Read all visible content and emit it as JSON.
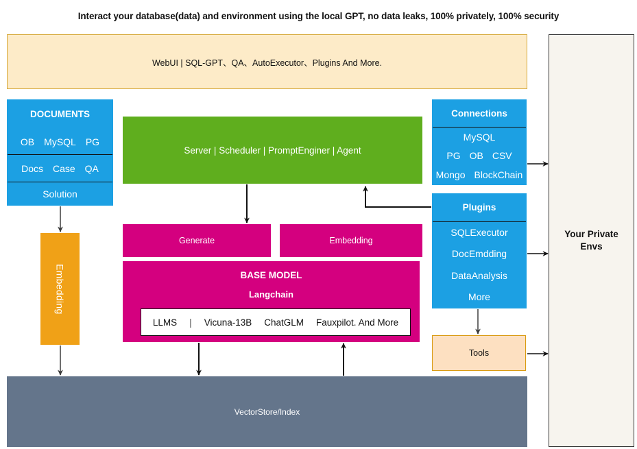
{
  "title": "Interact your database(data) and environment using the local GPT, no data leaks, 100% privately, 100% security",
  "webui": {
    "label": "WebUI | SQL-GPT、QA、AutoExecutor、Plugins And More."
  },
  "private_envs": {
    "line1": "Your Private",
    "line2": "Envs"
  },
  "documents": {
    "header": "DOCUMENTS",
    "row1": [
      "OB",
      "MySQL",
      "PG"
    ],
    "row2": [
      "Docs",
      "Case",
      "QA"
    ],
    "row3": [
      "Solution"
    ]
  },
  "connections": {
    "header": "Connections",
    "row1": [
      "MySQL"
    ],
    "row2": [
      "PG",
      "OB",
      "CSV"
    ],
    "row3": [
      "Mongo",
      "BlockChain"
    ]
  },
  "plugins": {
    "header": "Plugins",
    "items": [
      "SQLExecutor",
      "DocEmdding",
      "DataAnalysis",
      "More"
    ]
  },
  "server": {
    "label": "Server | Scheduler  | PromptEnginer  |  Agent"
  },
  "generate": {
    "label": "Generate"
  },
  "embedding_top": {
    "label": "Embedding"
  },
  "base_model": {
    "title": "BASE MODEL",
    "subtitle": "Langchain",
    "llms_label": "LLMS",
    "llms_separator": "|",
    "llms_items": [
      "Vicuna-13B",
      "ChatGLM",
      "Fauxpilot. And More"
    ]
  },
  "embedding_vertical": {
    "label": "Embedding"
  },
  "tools": {
    "label": "Tools"
  },
  "vectorstore": {
    "label": "VectorStore/Index"
  },
  "colors": {
    "blue": "#1ca0e3",
    "green": "#5fae1e",
    "magenta": "#d4007f",
    "orange": "#f0a117",
    "slate": "#64758b",
    "cream": "#fdebc8",
    "peach": "#fde0c1",
    "panel": "#f7f4ee"
  }
}
